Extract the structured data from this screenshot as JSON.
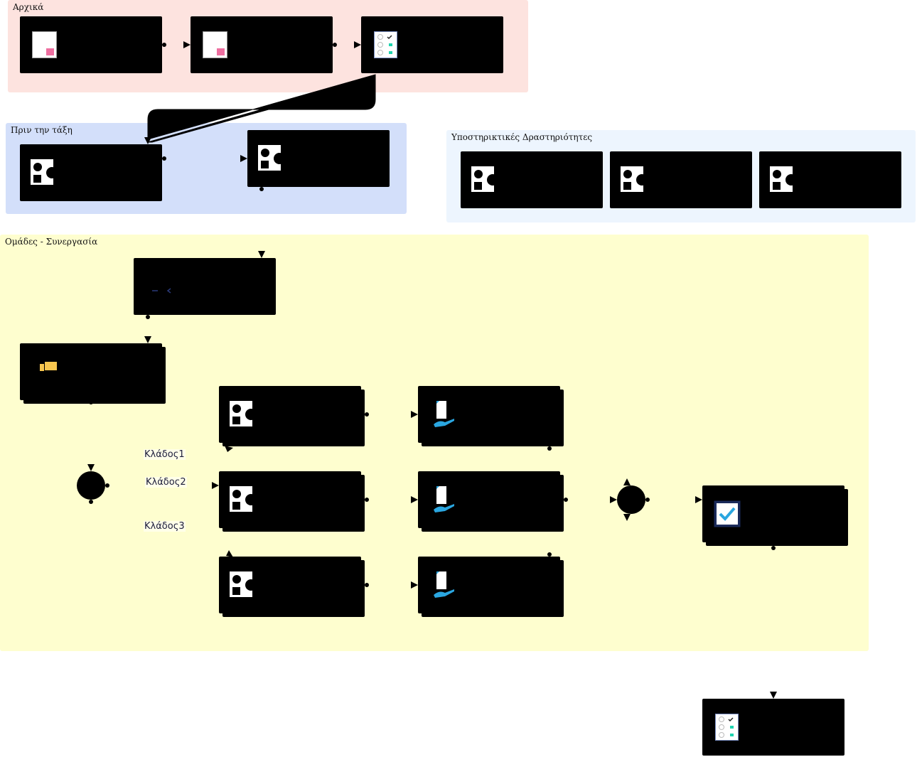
{
  "regions": {
    "initial": "Αρχικά",
    "before_class": "Πριν την τάξη",
    "support": "Υποστηρικτικές Δραστηριότητες",
    "groups": "Ομάδες - Συνεργασία"
  },
  "branches": {
    "b1": "Κλάδος1",
    "b2": "Κλάδος2",
    "b3": "Κλάδος3"
  },
  "colors": {
    "initial_bg": "#fde3df",
    "before_bg": "#d3dffa",
    "support_bg": "#edf5fe",
    "groups_bg": "#fefecf",
    "node": "#000000",
    "accent_pink": "#ee6fa0",
    "accent_teal": "#1fd3b0",
    "accent_yellow": "#f9c74f",
    "accent_blue": "#2aa6e0"
  },
  "icons": {
    "page": "document-page-icon",
    "checklist": "checklist-icon",
    "shapes": "shapes-activity-icon",
    "folder": "folder-icon",
    "hand_doc": "hand-document-icon",
    "check": "checkmark-stamp-icon",
    "discussion": "discussion-icon"
  }
}
